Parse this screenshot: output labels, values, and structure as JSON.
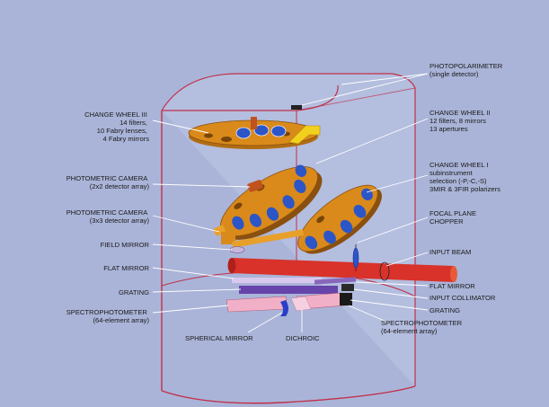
{
  "labels": {
    "photopolarimeter": [
      "PHOTOPOLARIMETER",
      "(single detector)"
    ],
    "change_wheel_ii": [
      "CHANGE WHEEL II",
      "12 filters, 8 mirrors",
      "13 apertures"
    ],
    "change_wheel_i": [
      "CHANGE WHEEL I",
      "subinstrument",
      "selection (-P,-C,-S)",
      "3MIR & 3FIR polarizers"
    ],
    "focal_plane_chopper": [
      "FOCAL PLANE",
      "CHOPPER"
    ],
    "input_beam": [
      "INPUT BEAM"
    ],
    "flat_mirror_right": [
      "FLAT MIRROR"
    ],
    "input_collimator": [
      "INPUT COLLIMATOR"
    ],
    "grating_right": [
      "GRATING"
    ],
    "spectrophotometer_right": [
      "SPECTROPHOTOMETER",
      "(64-element array)"
    ],
    "dichroic": [
      "DICHROIC"
    ],
    "spherical_mirror": [
      "SPHERICAL MIRROR"
    ],
    "spectrophotometer_left": [
      "SPECTROPHOTOMETER",
      "(64-element array)"
    ],
    "grating_left": [
      "GRATING"
    ],
    "flat_mirror_left": [
      "FLAT MIRROR"
    ],
    "field_mirror": [
      "FIELD MIRROR"
    ],
    "photometric_camera_3x3": [
      "PHOTOMETRIC CAMERA",
      "(3x3 detector array)"
    ],
    "photometric_camera_2x2": [
      "PHOTOMETRIC CAMERA",
      "(2x2 detector array)"
    ],
    "change_wheel_iii": [
      "CHANGE WHEEL III",
      "14 filters,",
      "10 Fabry lenses,",
      "4 Fabry mirrors"
    ]
  },
  "colors": {
    "background": "#aab4d8",
    "wheel": "#d98a1a",
    "beam": "#d8322a",
    "aperture": "#2c55c8",
    "housing": "#c0304a"
  }
}
